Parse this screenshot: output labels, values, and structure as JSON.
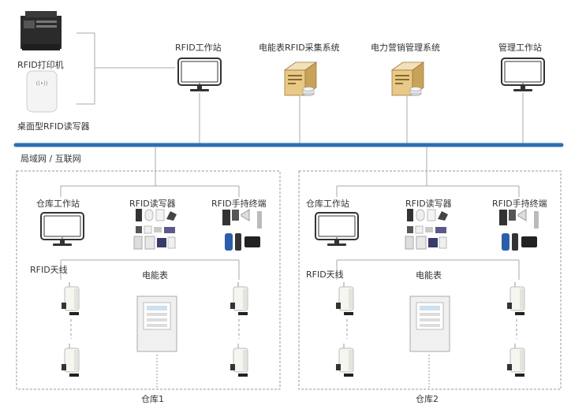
{
  "top": {
    "printer_label": "RFID打印机",
    "desk_reader_label": "桌面型RFID读写器",
    "rfid_workstation": "RFID工作站",
    "meter_collect_system": "电能表RFID采集系统",
    "marketing_system": "电力营销管理系统",
    "mgmt_workstation": "管理工作站"
  },
  "network": {
    "label": "局域网 / 互联网",
    "color": "#2f6db5"
  },
  "warehouses": [
    {
      "name": "仓库1",
      "workstation": "仓库工作站",
      "reader": "RFID读写器",
      "handheld": "RFID手持终端",
      "antenna": "RFID天线",
      "meter": "电能表"
    },
    {
      "name": "仓库2",
      "workstation": "仓库工作站",
      "reader": "RFID读写器",
      "handheld": "RFID手持终端",
      "antenna": "RFID天线",
      "meter": "电能表"
    }
  ]
}
